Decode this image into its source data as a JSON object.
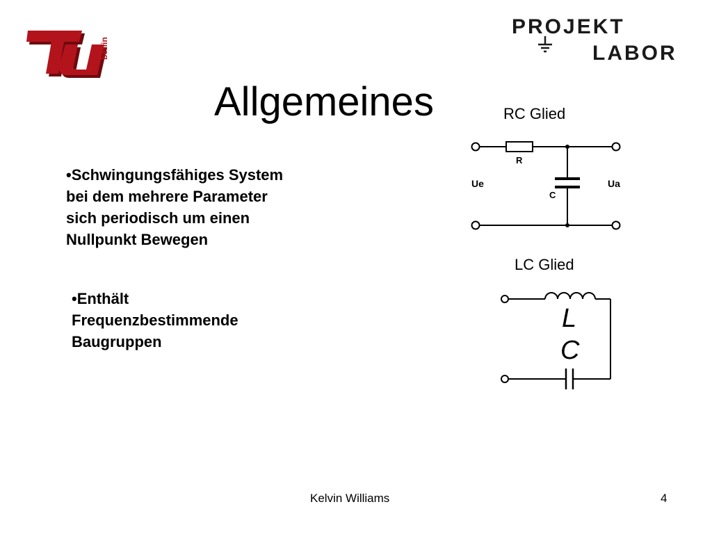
{
  "slide": {
    "title": "Allgemeines",
    "bullets": [
      {
        "lines": [
          "•Schwingungsfähiges System",
          "bei dem mehrere Parameter",
          "sich periodisch  um einen",
          "Nullpunkt Bewegen"
        ]
      },
      {
        "lines": [
          "•Enthält",
          "Frequenzbestimmende",
          "Baugruppen"
        ]
      }
    ]
  },
  "logos": {
    "tu_berlin": {
      "text": "TU",
      "sub": "berlin"
    },
    "projekt_labor": {
      "line1": "PROJEKT",
      "line2": "LABOR"
    }
  },
  "rc_glied": {
    "title": "RC Glied",
    "labels": {
      "resistor": "R",
      "capacitor": "C",
      "input": "Ue",
      "output": "Ua"
    }
  },
  "lc_glied": {
    "title": "LC Glied",
    "labels": {
      "inductor": "L",
      "capacitor": "C"
    }
  },
  "footer": {
    "author": "Kelvin Williams",
    "page": "4"
  },
  "colors": {
    "tu_red": "#b3141c",
    "tu_shadow": "#6e0a0e",
    "text": "#000000"
  }
}
